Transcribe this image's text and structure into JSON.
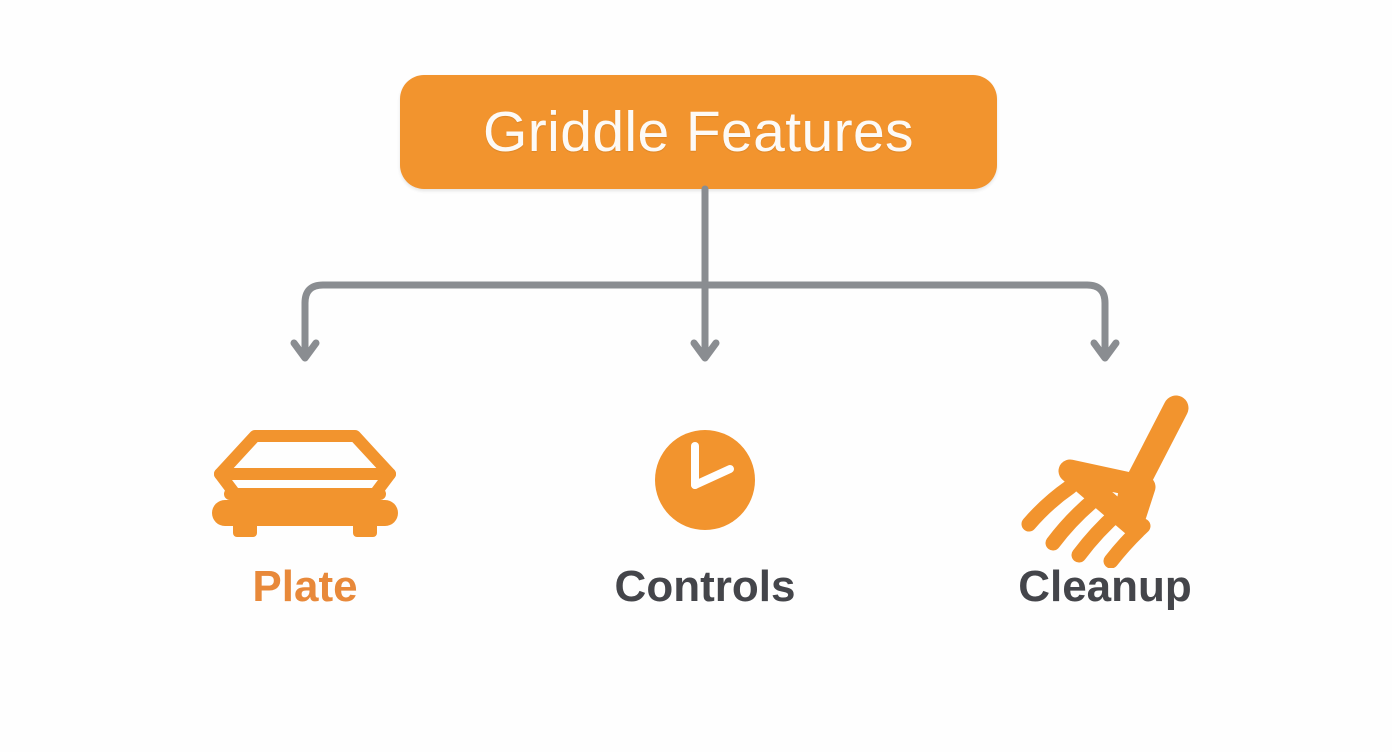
{
  "diagram": {
    "type": "tree-flowchart",
    "background_color": "#FFFFFF",
    "accent_color": "#F2942E",
    "connector_color": "#8A8D91",
    "text_dark_color": "#44454A",
    "root": {
      "title": "Griddle Features",
      "box_fill": "#F2942E",
      "text_color": "#FDFAF6"
    },
    "nodes": [
      {
        "id": "plate",
        "label": "Plate",
        "label_color": "#E8893A",
        "icon_name": "griddle-plate-icon",
        "icon_color": "#F2942E"
      },
      {
        "id": "controls",
        "label": "Controls",
        "label_color": "#44454A",
        "icon_name": "clock-dial-icon",
        "icon_color": "#F2942E"
      },
      {
        "id": "cleanup",
        "label": "Cleanup",
        "label_color": "#44454A",
        "icon_name": "cleaning-brush-icon",
        "icon_color": "#F2942E"
      }
    ],
    "connectors": {
      "name": "arrow-connectors",
      "count": 3,
      "style": "elbow-with-arrowheads"
    }
  }
}
